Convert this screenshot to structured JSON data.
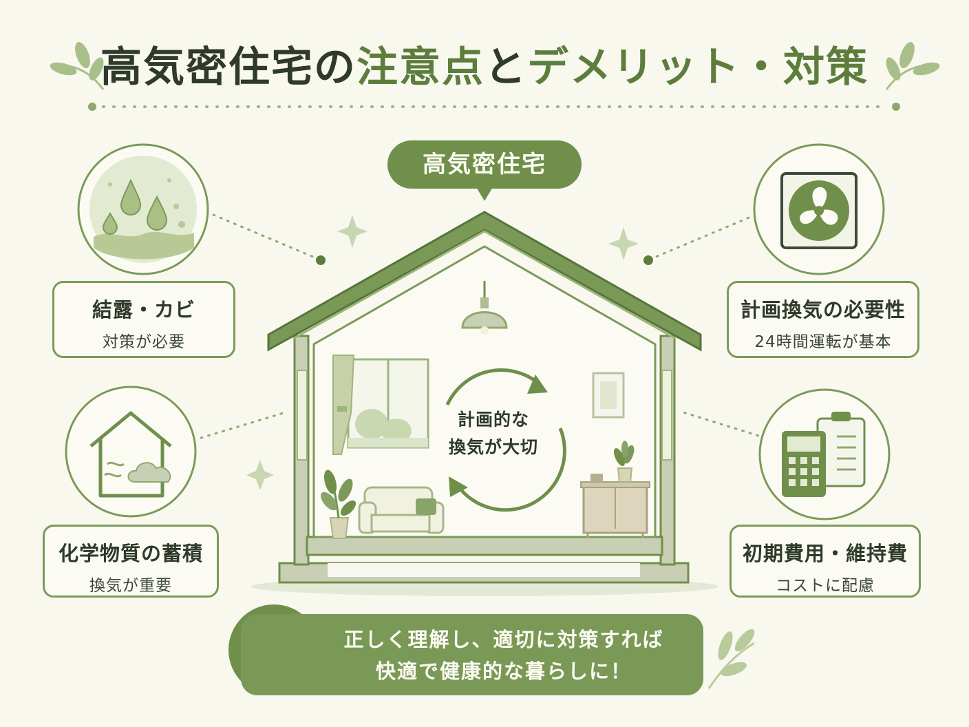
{
  "title": {
    "part1": "高気密住宅の",
    "part2": "注意点",
    "part3": "と",
    "part4": "デメリット・対策"
  },
  "center_label": "高気密住宅",
  "center_note": [
    "計画的な",
    "換気が大切"
  ],
  "cards": {
    "condensation": {
      "heading": "結露・カビ",
      "sub": "対策が必要"
    },
    "chemicals": {
      "heading": "化学物質の蓄積",
      "sub": "換気が重要"
    },
    "ventilation": {
      "heading": "計画換気の必要性",
      "sub": "24時間運転が基本"
    },
    "cost": {
      "heading": "初期費用・維持費",
      "sub": "コストに配慮"
    }
  },
  "banner": {
    "line1": "正しく理解し、適切に対策すれば",
    "line2": "快適で健康的な暮らしに！"
  },
  "icons": {
    "condensation": "water-droplets-mold-icon",
    "chemicals": "house-chemical-cloud-icon",
    "ventilation": "ventilation-fan-icon",
    "cost": "calculator-clipboard-icon",
    "tip": "lightbulb-icon"
  },
  "colors": {
    "accent": "#6f8f4b",
    "accent_light": "#9cb57a",
    "text_dark": "#2e3a2a",
    "background": "#f8f8ef"
  }
}
